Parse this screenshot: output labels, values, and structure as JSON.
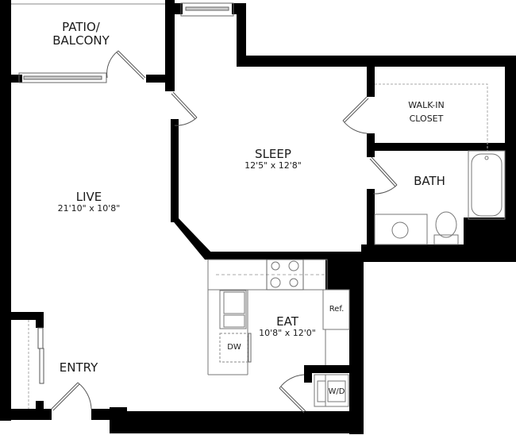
{
  "floor_plan": {
    "rooms": [
      {
        "id": "patio",
        "name_line1": "PATIO/",
        "name_line2": "BALCONY"
      },
      {
        "id": "live",
        "name": "LIVE",
        "dimensions": "21'10\" x 10'8\""
      },
      {
        "id": "sleep",
        "name": "SLEEP",
        "dimensions": "12'5\" x 12'8\""
      },
      {
        "id": "closet",
        "name_line1": "WALK-IN",
        "name_line2": "CLOSET"
      },
      {
        "id": "bath",
        "name": "BATH"
      },
      {
        "id": "eat",
        "name": "EAT",
        "dimensions": "10'8\" x 12'0\""
      },
      {
        "id": "entry",
        "name": "ENTRY"
      }
    ],
    "appliances": {
      "refrigerator": "Ref.",
      "dishwasher": "DW",
      "washer_dryer": "W/D"
    },
    "colors": {
      "wall": "#000000",
      "fixture_line": "#555555",
      "dashed_line": "#aaaaaa",
      "background": "#ffffff"
    }
  }
}
